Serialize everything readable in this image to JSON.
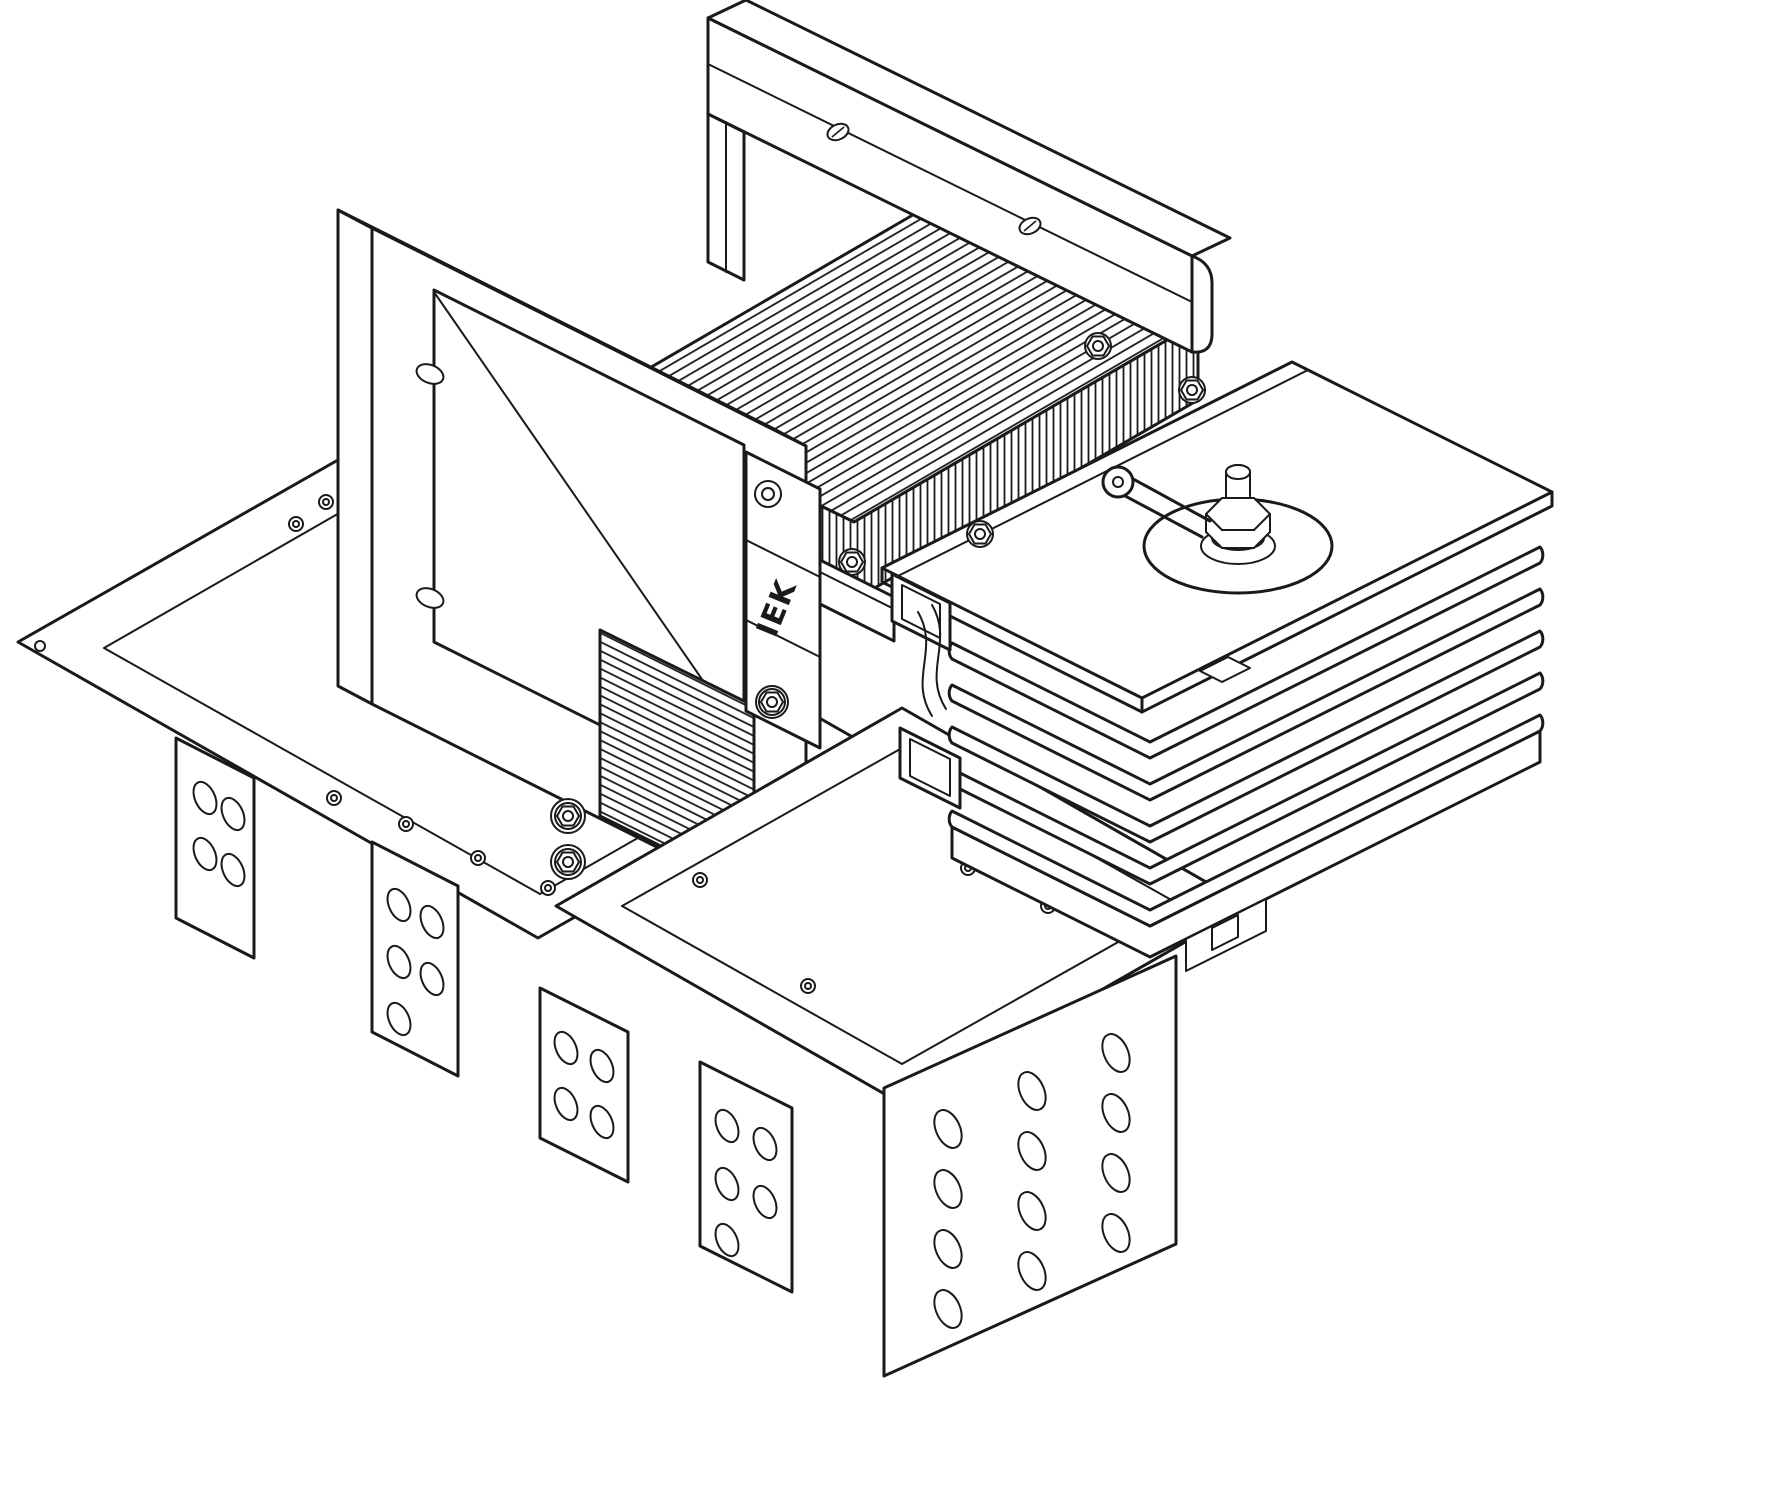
{
  "figure": {
    "type": "isometric technical line drawing",
    "subject": "Busbar trunking flange / expansion section assembly",
    "brand_label": "IEK",
    "colors": {
      "line": "#1a1a1a",
      "background": "#ffffff"
    },
    "details": {
      "bellows_layers": 5,
      "hole_plate_slot_grid": "3x4",
      "fin_plate_count": 4
    },
    "components": [
      {
        "id": "top-flange-frame",
        "label": "top mounting flange frame"
      },
      {
        "id": "laminated-busbar-stack",
        "label": "laminated conductor fin stack"
      },
      {
        "id": "left-flange-frame",
        "label": "left mounting flange frame with funnel panel"
      },
      {
        "id": "lower-busbar-block",
        "label": "lower laminated busbar block"
      },
      {
        "id": "brand-bar",
        "label": "center clamp bar with brand mark"
      },
      {
        "id": "bottom-left-base-plate",
        "label": "bottom-left base gasket plate"
      },
      {
        "id": "bottom-center-base-plate",
        "label": "bottom-center base gasket plate"
      },
      {
        "id": "mounting-fin-plates",
        "label": "slotted mounting fin plates"
      },
      {
        "id": "bolt-hole-plate",
        "label": "bolt-hole mounting plate"
      },
      {
        "id": "expansion-bellows",
        "label": "expansion bellows plate stack"
      },
      {
        "id": "clamp-disc",
        "label": "round clamp disc with hex bolt and lever arm"
      }
    ]
  }
}
